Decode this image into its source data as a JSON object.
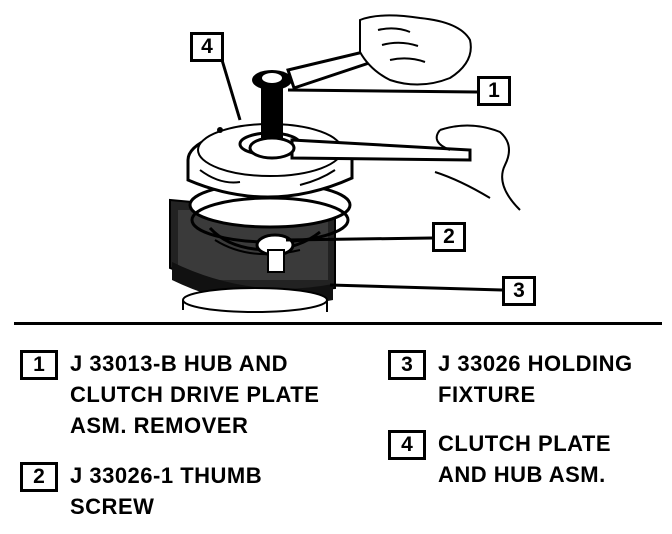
{
  "callouts": [
    {
      "number": "4"
    },
    {
      "number": "1"
    },
    {
      "number": "2"
    },
    {
      "number": "3"
    }
  ],
  "legend": [
    {
      "number": "1",
      "text": "J 33013-B HUB AND\nCLUTCH DRIVE PLATE\nASM. REMOVER"
    },
    {
      "number": "2",
      "text": "J 33026-1 THUMB\nSCREW"
    },
    {
      "number": "3",
      "text": "J 33026 HOLDING\nFIXTURE"
    },
    {
      "number": "4",
      "text": "CLUTCH PLATE\nAND HUB ASM."
    }
  ]
}
